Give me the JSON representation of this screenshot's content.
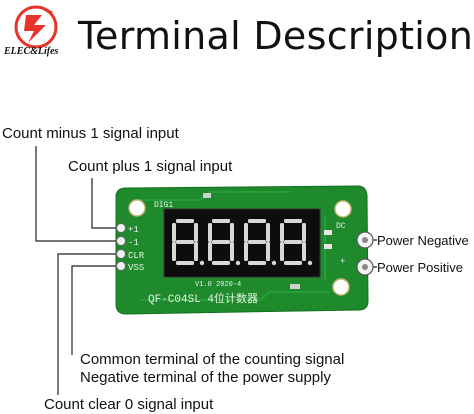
{
  "header": {
    "title": "Terminal Description",
    "brand": "ELEC&Lifes",
    "accent_color": "#e8332a"
  },
  "board": {
    "model_text": "QF-C04SL 4位计数器",
    "version_text": "V1.0 2020-4",
    "silkscreen_top": "DIG1",
    "silkscreen_dc": "DC",
    "pins": [
      "+1",
      "-1",
      "CLR",
      "VSS"
    ],
    "display_digits": "8.8.8.8",
    "pcb_color": "#1e8a2c",
    "segment_color": "#d8d8d8"
  },
  "labels": {
    "count_minus": "Count minus 1 signal input",
    "count_plus": "Count plus 1 signal input",
    "power_negative": "Power Negative",
    "power_positive": "Power Positive",
    "common_line1": "Common terminal of the counting signal",
    "common_line2": "Negative terminal of the power supply",
    "count_clear": "Count clear 0 signal input"
  }
}
